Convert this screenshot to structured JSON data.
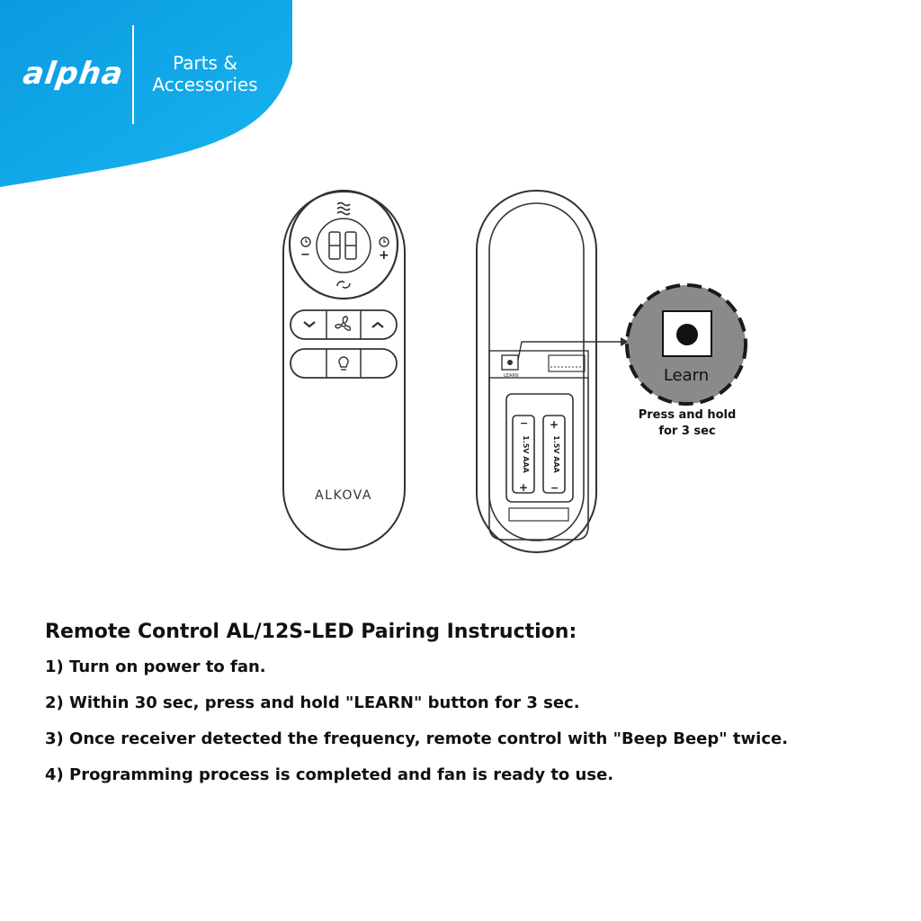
{
  "brand": {
    "logo_text": "alpha",
    "tagline_line1": "Parts &",
    "tagline_line2": "Accessories",
    "color": "#0ea5e9"
  },
  "remote_front": {
    "brand_label": "ALKOVA",
    "display_digits": "88",
    "timer_minus": "−",
    "timer_plus": "+"
  },
  "remote_back": {
    "learn_button_label": "LEARN",
    "callout_label": "Learn",
    "callout_caption_line1": "Press and hold",
    "callout_caption_line2": "for 3 sec",
    "battery_label": "1.5V AAA",
    "battery_plus": "+",
    "battery_minus": "−"
  },
  "instructions": {
    "title": "Remote Control AL/12S-LED Pairing Instruction:",
    "steps": [
      "1) Turn on power to fan.",
      "2) Within 30 sec, press and hold \"LEARN\" button for 3 sec.",
      "3) Once receiver detected the frequency, remote control with \"Beep Beep\" twice.",
      "4) Programming process is completed and fan is ready to use."
    ]
  }
}
